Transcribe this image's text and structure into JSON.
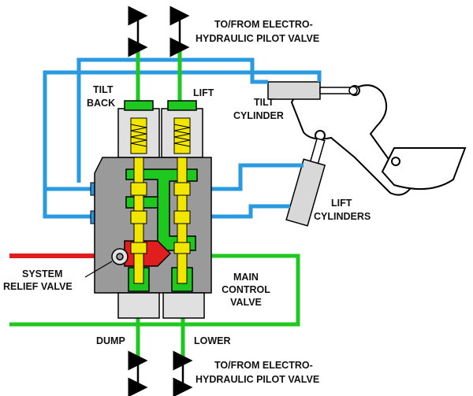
{
  "labels": {
    "top_pilot_line1": "TO/FROM ELECTRO-",
    "top_pilot_line2": "HYDRAULIC PILOT VALVE",
    "bottom_pilot_line1": "TO/FROM ELECTRO-",
    "bottom_pilot_line2": "HYDRAULIC PILOT VALVE",
    "tilt_back_line1": "TILT",
    "tilt_back_line2": "BACK",
    "lift": "LIFT",
    "tilt_cylinder_line1": "TILT",
    "tilt_cylinder_line2": "CYLINDER",
    "lift_cylinders_line1": "LIFT",
    "lift_cylinders_line2": "CYLINDERS",
    "system_relief_line1": "SYSTEM",
    "system_relief_line2": "RELIEF VALVE",
    "main_control_line1": "MAIN",
    "main_control_line2": "CONTROL",
    "main_control_line3": "VALVE",
    "dump": "DUMP",
    "lower": "LOWER"
  },
  "colors": {
    "green": "#1ec81e",
    "blue": "#2a9ae0",
    "red": "#e01e1e",
    "yellow": "#f2e600",
    "body_gray": "#9a9a9a",
    "cylinder_gray": "#d8d8d8"
  }
}
